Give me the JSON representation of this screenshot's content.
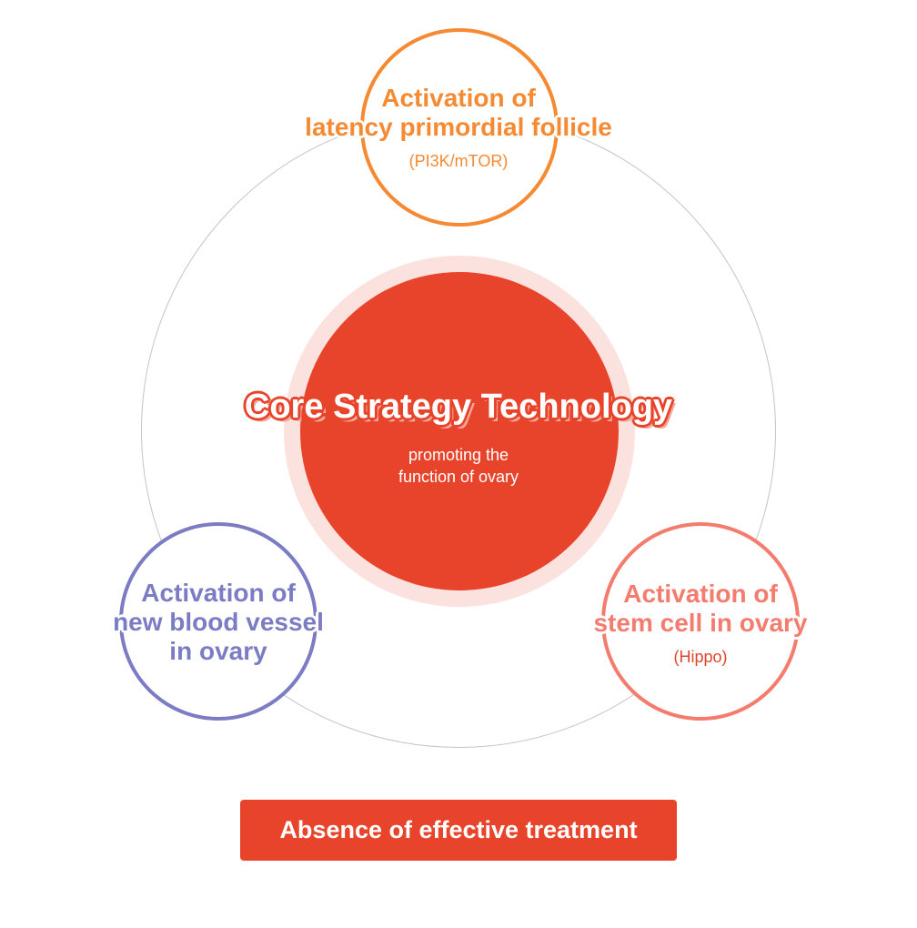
{
  "core": {
    "title": "Core Strategy Technology",
    "subtitle_lines": [
      "promoting the",
      "function of ovary"
    ]
  },
  "nodes": {
    "top": {
      "title_lines": [
        "Activation of",
        "latency primordial follicle"
      ],
      "pathway": "(PI3K/mTOR)"
    },
    "left": {
      "title_lines": [
        "Activation of",
        "new blood vessel",
        "in ovary"
      ]
    },
    "right": {
      "title_lines": [
        "Activation of",
        "stem cell in ovary"
      ],
      "pathway": "(Hippo)"
    }
  },
  "footer": {
    "label": "Absence of effective treatment"
  },
  "colors": {
    "core": "#e8442b",
    "core_halo": "#fbe2df",
    "top_node": "#f58a33",
    "left_node": "#7b7cc4",
    "right_node": "#f47c6e",
    "outer_ring": "#c4c4c4"
  }
}
